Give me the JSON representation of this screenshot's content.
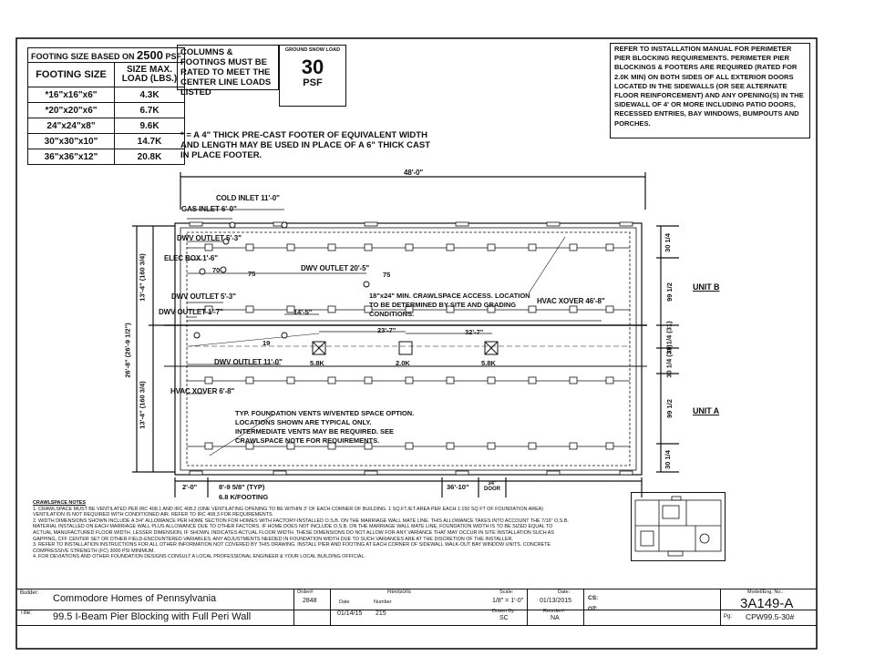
{
  "footing_table": {
    "header": "FOOTING SIZE BASED ON",
    "psf": "2500",
    "psf_unit": "PSF",
    "col1": "FOOTING SIZE",
    "col2": "SIZE MAX. LOAD (LBS.)",
    "rows": [
      {
        "size": "*16\"x16\"x6\"",
        "load": "4.3K"
      },
      {
        "size": "*20\"x20\"x6\"",
        "load": "6.7K"
      },
      {
        "size": "24\"x24\"x8\"",
        "load": "9.6K"
      },
      {
        "size": "30\"x30\"x10\"",
        "load": "14.7K"
      },
      {
        "size": "36\"x36\"x12\"",
        "load": "20.8K"
      }
    ]
  },
  "columns_note": "COLUMNS & FOOTINGS MUST BE RATED TO MEET THE CENTER LINE LOADS LISTED",
  "snow": {
    "label": "GROUND SNOW LOAD",
    "value": "30",
    "unit": "PSF"
  },
  "precast_note": "* = A 4\" THICK PRE-CAST FOOTER OF EQUIVALENT WIDTH AND LENGTH MAY BE USED IN PLACE OF A 6\" THICK CAST IN PLACE FOOTER.",
  "install_note": "REFER TO INSTALLATION MANUAL FOR PERIMETER PIER BLOCKING REQUIREMENTS. PERIMETER PIER BLOCKINGS & FOOTERS ARE REQUIRED (RATED FOR 2.0K MIN) ON BOTH SIDES OF ALL EXTERIOR DOORS LOCATED IN THE SIDEWALLS (OR SEE ALTERNATE FLOOR REINFORCEMENT) AND ANY OPENING(S) IN THE SIDEWALL OF 4' OR MORE INCLUDING PATIO DOORS, RECESSED ENTRIES, BAY WINDOWS, BUMPOUTS AND PORCHES.",
  "plan": {
    "overall_length": "48'-0\"",
    "cold_inlet": "COLD INLET 11'-0\"",
    "gas_inlet": "GAS INLET 6'-0\"",
    "dwv1": "DWV OUTLET 5'-3\"",
    "elec_box": "ELEC BOX 1'-6\"",
    "dwv2": "DWV OUTLET 20'-5\"",
    "dwv3": "DWV OUTLET 5'-3\"",
    "dwv4": "DWV OUTLET 1'-7\"",
    "dwv5": "DWV OUTLET 11'-0\"",
    "hvac_b": "HVAC XOVER 46'-8\"",
    "hvac_a": "HVAC XOVER 6'-8\"",
    "crawl_note": "18\"x24\" MIN. CRAWLSPACE ACCESS. LOCATION TO BE DETERMINED BY SITE AND GRADING CONDITIONS.",
    "dim_70": "70",
    "dim_75a": "75",
    "dim_75b": "75",
    "dim_19": "19",
    "dim_14_5": "14'-5\"",
    "dim_23_7a": "23'-7\"",
    "dim_32_7": "32'-7\"",
    "load1": "5.8K",
    "load2": "2.0K",
    "load3": "5.8K",
    "unit_b": "UNIT B",
    "unit_a": "UNIT A",
    "height_total": "26'-8\" (26'-9 1/2\")",
    "height_b": "13'-4\" (160 3/4)",
    "height_a": "13'-4\" (160 3/4)",
    "right_dims": [
      "30 1/4",
      "99 1/2",
      "30 1/4 (31)",
      "30 1/4 (31)",
      "99 1/2",
      "30 1/4"
    ],
    "vent_note": "TYP. FOUNDATION VENTS W/VENTED SPACE OPTION. LOCATIONS SHOWN ARE TYPICAL ONLY. INTERMEDIATE VENTS MAY BE REQUIRED. SEE CRAWLSPACE NOTE FOR REQUIREMENTS.",
    "dim_2_0": "2'-0\"",
    "dim_8_9": "8'-9 5/8\" (TYP)",
    "footing_spec": "6.8 K/FOOTING",
    "dim_36_10": "36'-10\"",
    "door": "34\" DOOR"
  },
  "crawl_notes": {
    "title": "CRAWLSPACE NOTES",
    "items": [
      "1. CRAWLSPACE MUST BE VENTILATED PER IRC 408.1 AND IRC 408.2 (ONE VENTILATING OPENING TO BE WITHIN 3' OF EACH CORNER OF BUILDING. 1 SQ.FT./ET AREA PER EACH 1:150 SQ FT OF FOUNDATION AREA) VENTILATION IS NOT REQUIRED WITH CONDITIONED AIR. REFER TO IRC 408.3 FOR REQUIREMENTS.",
      "2. WIDTH DIMENSIONS SHOWN INCLUDE A 3/4\" ALLOWANCE PER HOME SECTION FOR HOMES WITH FACTORY-INSTALLED O.S.B. ON THE MARRIAGE WALL MATE LINE. THIS ALLOWANCE TAKES INTO ACCOUNT THE 7/16\" O.S.B. MATERIAL INSTALLED ON EACH MARRIAGE WALL PLUS ALLOWANCE DUE TO OTHER FACTORS. IF HOME DOES NOT INCLUDE O.S.B. ON THE MARRIAGE WALL MATE LINE, FOUNDATION WIDTH IS TO BE SIZED EQUAL TO ACTUAL MANUFACTURED FLOOR WIDTH. LESSER DIMENSION, IF SHOWN, INDICATES ACTUAL FLOOR WIDTH. THESE DIMENSIONS DO NOT ALLOW FOR ANY VARIANCE THAT MAY OCCUR IN SITE INSTALLATION SUCH AS GAPPING, CFF CENTER SET OR OTHER FIELD-ENCOUNTERED VARIABLES. ANY ADJUSTMENTS NEEDED IN FOUNDATION WIDTH DUE TO SUCH VARIANCES ARE AT THE DISCRETION OF THE INSTALLER.",
      "3. REFER TO INSTALLATION INSTRUCTIONS FOR ALL OTHER INFORMATION NOT COVERED BY THIS DRAWING. INSTALL PIER AND FOOTING AT EACH CORNER OF SIDEWALL WALK-OUT BAY WINDOW UNITS. CONCRETE COMPRESSIVE STRENGTH (FC) 3000 PSI MINIMUM.",
      "4. FOR DEVIATIONS AND OTHER FOUNDATION DESIGNS CONSULT A LOCAL PROFESSIONAL ENGINEER & YOUR LOCAL BUILDING OFFICIAL."
    ]
  },
  "title_block": {
    "builder_label": "Builder:",
    "builder": "Commodore Homes of Pennsylvania",
    "title_label": "Title:",
    "title": "99.5 I-Beam Pier Blocking with Full Peri Wall",
    "order_label": "Order#:",
    "order": "2848",
    "revisions_label": "Revisions",
    "date_label": "Date",
    "number_label": "Number",
    "rev_date": "01/14/15",
    "rev_number": "215",
    "scale_label": "Scale:",
    "scale": "1/8\" = 1'-0\"",
    "drawn_label": "Drawn By:",
    "drawn": "SC",
    "date2_label": "Date:",
    "date2": "01/13/2015",
    "reorder_label": "Reorder#:",
    "reorder": "NA",
    "cs_label": "CS:",
    "ot_label": "OT:",
    "model_label": "Model/Eng. No.:",
    "model": "3A149-A",
    "pg_label": "Pg:",
    "pg": "CPW99.5-30#"
  },
  "colors": {
    "ink": "#111111",
    "paper": "#ffffff"
  }
}
